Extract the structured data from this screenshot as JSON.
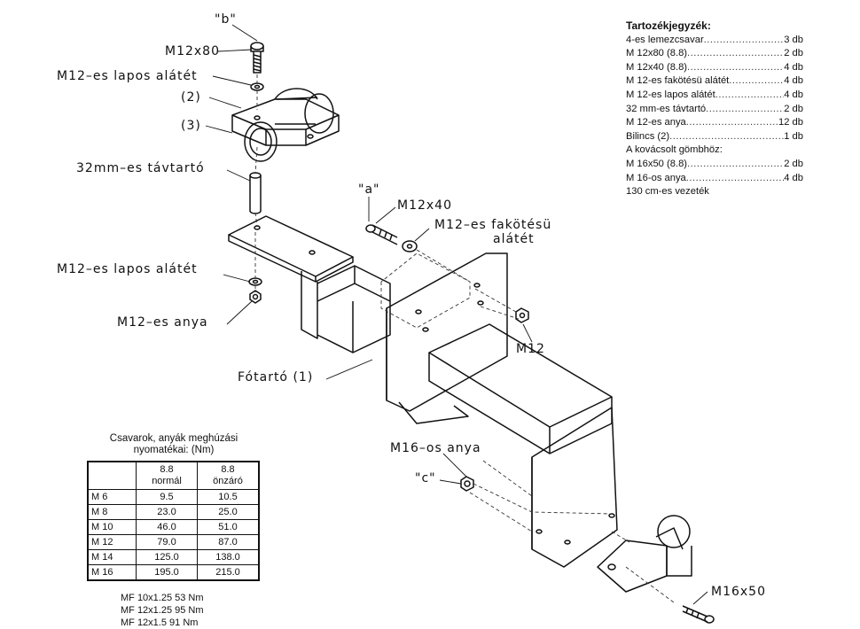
{
  "labels": {
    "b_tag": "\"b\"",
    "a_tag": "\"a\"",
    "c_tag": "\"c\"",
    "m12x80": "M12x80",
    "lapos_top": "M12–es lapos alátét",
    "label_2": "(2)",
    "label_3": "(3)",
    "tavtarto": "32mm–es távtartó",
    "m12x40": "M12x40",
    "fakotesu_1": "M12–es fakötésü",
    "fakotesu_2": "alátét",
    "lapos_mid": "M12–es lapos alátét",
    "anya": "M12–es anya",
    "m12": "M12",
    "fotarto": "Fótartó (1)",
    "m16_anya": "M16–os anya",
    "m16x50": "M16x50"
  },
  "parts_list": {
    "title": "Tartozékjegyzék:",
    "items": [
      {
        "name": "4-es lemezcsavar",
        "qty": "3 db"
      },
      {
        "name": "M 12x80  (8.8)",
        "qty": "2 db"
      },
      {
        "name": "M 12x40  (8.8)",
        "qty": "4 db"
      },
      {
        "name": "M 12-es fakötésü alátét",
        "qty": "4 db"
      },
      {
        "name": "M 12-es lapos alátét",
        "qty": "4 db"
      },
      {
        "name": "32 mm-es távtartó",
        "qty": "2 db"
      },
      {
        "name": "M 12-es anya",
        "qty": "12 db"
      },
      {
        "name": "Bilincs (2)",
        "qty": "1 db"
      }
    ],
    "subtitle": "A kovácsolt gömbhöz:",
    "items2": [
      {
        "name": "M 16x50  (8.8)",
        "qty": "2 db"
      },
      {
        "name": "M 16-os anya",
        "qty": "4 db"
      }
    ],
    "footer": "130 cm-es vezeték"
  },
  "torque": {
    "title_1": "Csavarok, anyák meghúzási",
    "title_2": "nyomatékai: (Nm)",
    "col_headers": [
      {
        "line1": "8.8",
        "line2": "normál"
      },
      {
        "line1": "8.8",
        "line2": "önzáró"
      }
    ],
    "rows": [
      {
        "size": "M 6",
        "normal": "9.5",
        "selflock": "10.5"
      },
      {
        "size": "M 8",
        "normal": "23.0",
        "selflock": "25.0"
      },
      {
        "size": "M 10",
        "normal": "46.0",
        "selflock": "51.0"
      },
      {
        "size": "M 12",
        "normal": "79.0",
        "selflock": "87.0"
      },
      {
        "size": "M 14",
        "normal": "125.0",
        "selflock": "138.0"
      },
      {
        "size": "M 16",
        "normal": "195.0",
        "selflock": "215.0"
      }
    ],
    "mf_lines": [
      "MF 10x1.25  53 Nm",
      "MF 12x1.25  95 Nm",
      "MF 12x1.5    91 Nm"
    ]
  }
}
